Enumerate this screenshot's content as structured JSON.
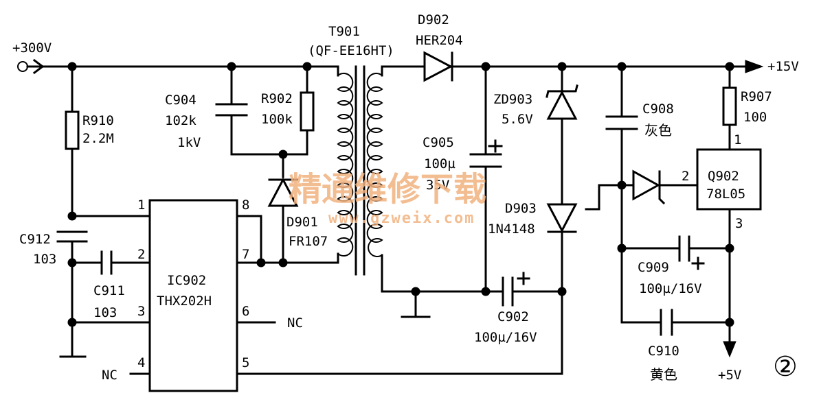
{
  "nets": {
    "input": "+300V",
    "out15": "+15V",
    "out5": "+5V",
    "nc_pin6": "NC",
    "nc_pin4": "NC"
  },
  "transformer": {
    "ref": "T901",
    "model": "(QF-EE16HT)"
  },
  "ic": {
    "ref": "IC902",
    "model": "THX202H",
    "pins": {
      "p1": "1",
      "p2": "2",
      "p3": "3",
      "p4": "4",
      "p5": "5",
      "p6": "6",
      "p7": "7",
      "p8": "8"
    }
  },
  "regulator": {
    "ref": "Q902",
    "model": "78L05",
    "pin1": "1",
    "pin2": "2",
    "pin3": "3"
  },
  "resistors": {
    "r910": {
      "ref": "R910",
      "value": "2.2M"
    },
    "r902": {
      "ref": "R902",
      "value": "100k"
    },
    "r907": {
      "ref": "R907",
      "value": "100"
    }
  },
  "capacitors": {
    "c904": {
      "ref": "C904",
      "value": "102k",
      "rating": "1kV"
    },
    "c912": {
      "ref": "C912",
      "value": "103"
    },
    "c911": {
      "ref": "C911",
      "value": "103"
    },
    "c905": {
      "ref": "C905",
      "value": "100µ",
      "rating": "35V"
    },
    "c902": {
      "ref": "C902",
      "value": "100µ/16V"
    },
    "c908": {
      "ref": "C908",
      "value": "灰色"
    },
    "c909": {
      "ref": "C909",
      "value": "100µ/16V"
    },
    "c910": {
      "ref": "C910",
      "value": "黄色"
    }
  },
  "diodes": {
    "d902": {
      "ref": "D902",
      "model": "HER204"
    },
    "zd903": {
      "ref": "ZD903",
      "value": "5.6V"
    },
    "d901": {
      "ref": "D901",
      "model": "FR107"
    },
    "d903": {
      "ref": "D903",
      "model": "1N4148"
    }
  },
  "figure_number": "②",
  "watermark": {
    "cn": "精通维修下载",
    "url": "www.gzweix.com"
  }
}
